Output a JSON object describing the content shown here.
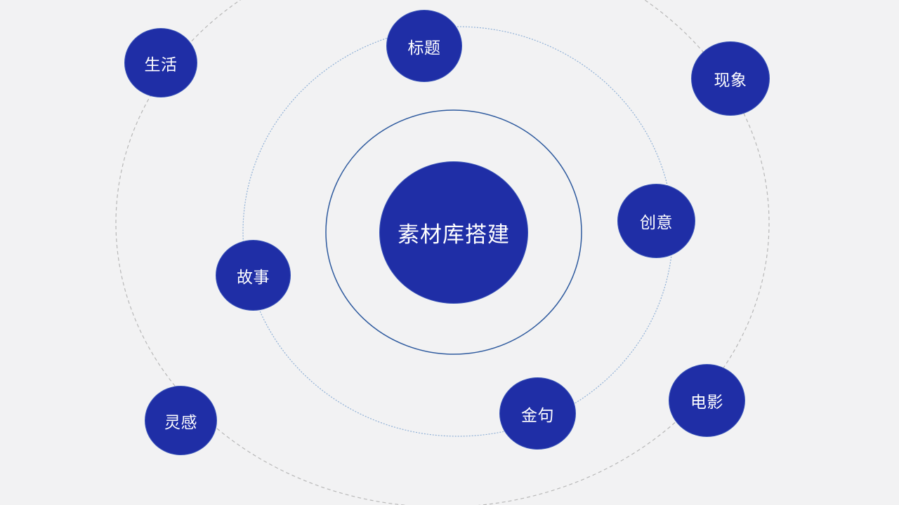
{
  "center": {
    "label": "素材库搭建"
  },
  "nodes": {
    "biaoti": "标题",
    "shenghuo": "生活",
    "xianxiang": "现象",
    "chuangyi": "创意",
    "gushi": "故事",
    "jinju": "金句",
    "dianying": "电影",
    "linggan": "灵感"
  },
  "colors": {
    "background": "#f2f2f3",
    "node_fill": "#1f2ea6",
    "node_text": "#ffffff",
    "inner_ring": "#2e5a9e",
    "middle_ring": "#8fb0d6",
    "outer_ring": "#b8b8b8"
  }
}
